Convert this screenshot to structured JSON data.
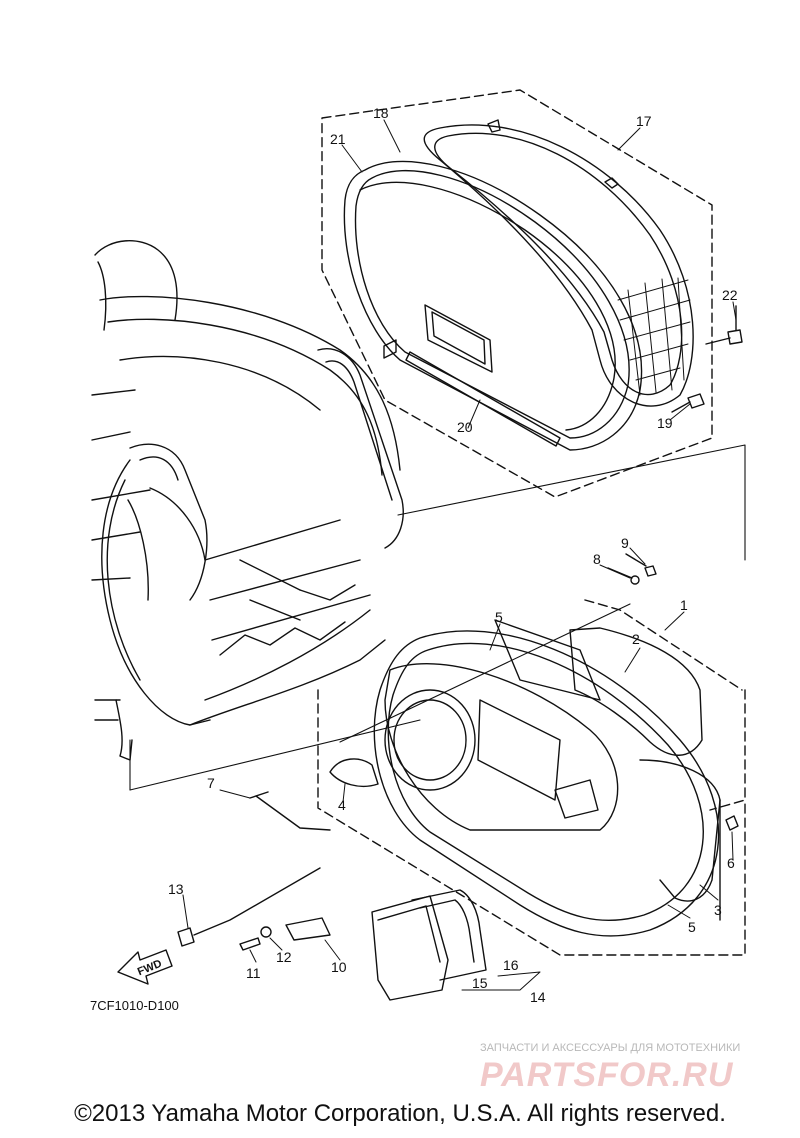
{
  "diagram": {
    "drawing_code": "7CF1010-D100",
    "fwd_label": "FWD",
    "part_labels": [
      "1",
      "2",
      "3",
      "4",
      "5",
      "5",
      "6",
      "7",
      "8",
      "9",
      "10",
      "11",
      "12",
      "13",
      "14",
      "15",
      "16",
      "17",
      "18",
      "19",
      "20",
      "21",
      "22"
    ]
  },
  "watermark": {
    "tagline": "ЗАПЧАСТИ И АКСЕССУАРЫ ДЛЯ МОТОТЕХНИКИ",
    "brand": "PARTSFOR.RU"
  },
  "footer": {
    "copyright": "©2013 Yamaha Motor Corporation, U.S.A. All rights reserved."
  }
}
